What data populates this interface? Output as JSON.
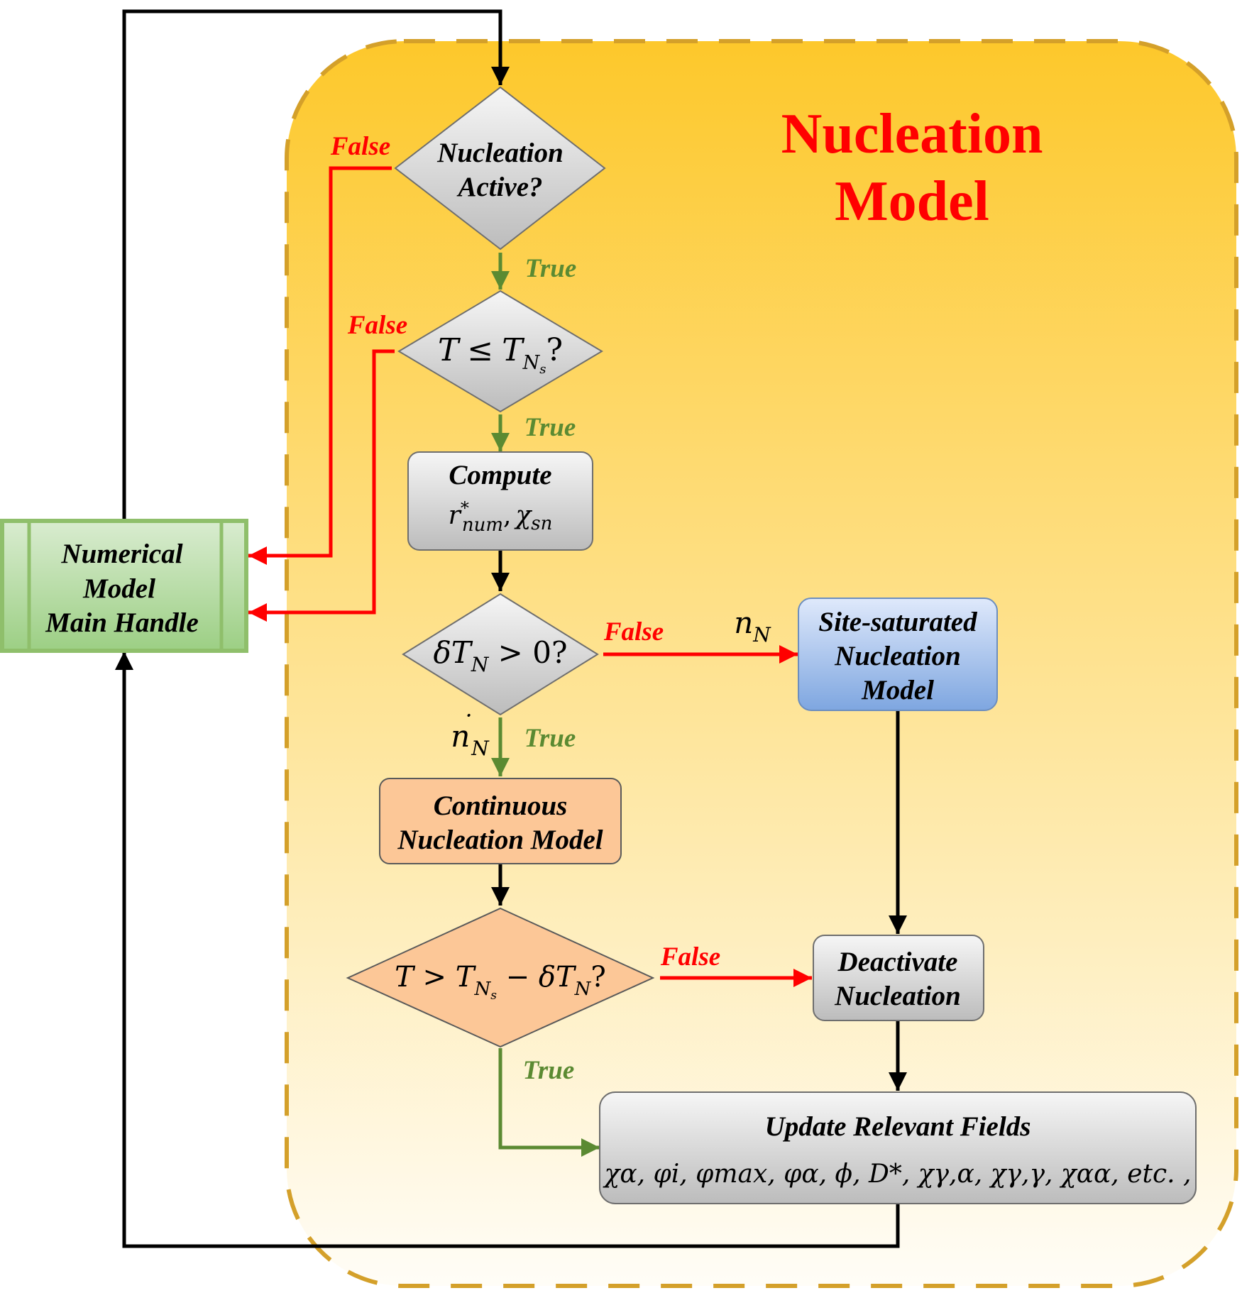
{
  "title": {
    "line1": "Nucleation",
    "line2": "Model"
  },
  "colors": {
    "gold": "#fdc82b",
    "dash": "#d4a02a",
    "red": "#ff0000",
    "green": "#5b8a32",
    "black": "#000000",
    "gray": "#d0d0d0",
    "orange": "#fcc797",
    "blue": "#9fc1ee",
    "main_handle": "#a9d18e"
  },
  "nodes": {
    "main_handle": {
      "line1": "Numerical",
      "line2": "Model",
      "line3": "Main Handle"
    },
    "nucleation_active": {
      "line1": "Nucleation",
      "line2": "Active?"
    },
    "temp_check": {
      "T": "T",
      "le": "≤",
      "TN": "T",
      "sub": "N",
      "subsub": "s",
      "q": "?"
    },
    "compute": {
      "title": "Compute",
      "r": "r",
      "r_sup": "*",
      "r_sub": "num",
      "sep": ",",
      "chi": "χ",
      "chi_sub": "sn"
    },
    "delta_check": {
      "delta": "δT",
      "sub": "N",
      "rest": " > 0?"
    },
    "site_saturated": {
      "line1": "Site-saturated",
      "line2": "Nucleation",
      "line3": "Model"
    },
    "continuous": {
      "line1": "Continuous",
      "line2": "Nucleation Model"
    },
    "temp_range_check": {
      "a": "T > T",
      "sub": "N",
      "subsub": "s",
      "b": " − δT",
      "sub2": "N",
      "q": "?"
    },
    "deactivate": {
      "line1": "Deactivate",
      "line2": "Nucleation"
    },
    "update": {
      "title": "Update Relevant Fields",
      "fields": "χα, φi, φmax, φα, ϕ, D*, χγ,α, χγ,γ, χαα, etc. ,"
    }
  },
  "edge_labels": {
    "false_1": "False",
    "true_1": "True",
    "false_2": "False",
    "true_2": "True",
    "false_3": "False",
    "nN": "n",
    "nN_sub": "N",
    "true_3": "True",
    "ndotN": "n",
    "ndotN_dot": "˙",
    "ndotN_sub": "N",
    "false_4": "False",
    "true_4": "True"
  }
}
